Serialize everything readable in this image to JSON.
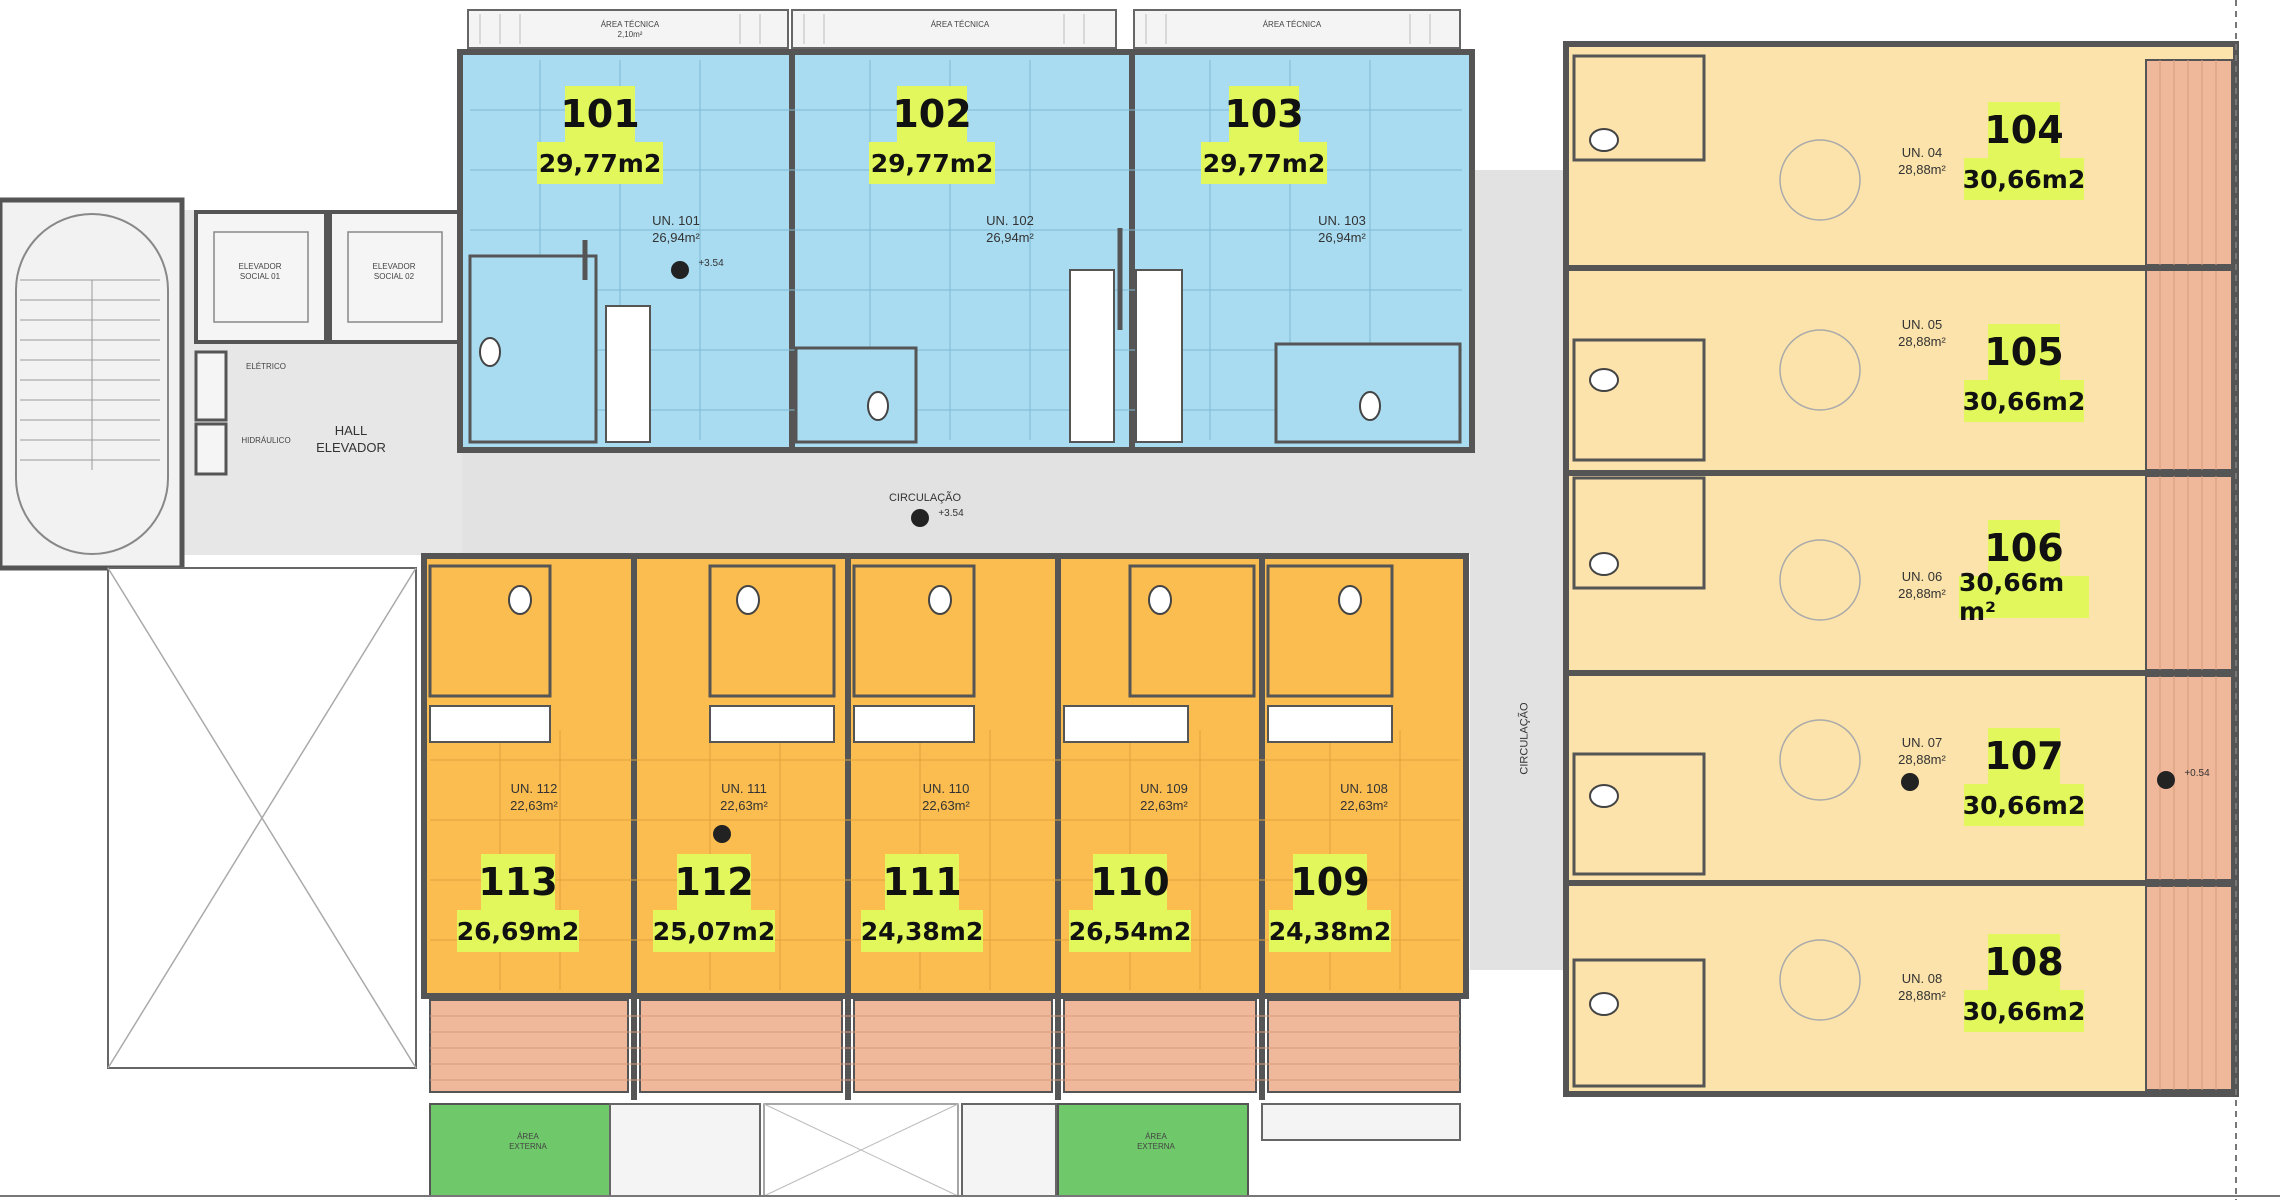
{
  "colors": {
    "blue_unit": "#a9dcf1",
    "yellow_unit_right": "#fbe3ab",
    "orange_unit_bottom": "#fbbd4f",
    "wood_deck": "#f0b89a",
    "garden": "#6fc86a",
    "corridor": "#e2e2e2",
    "label_bg": "#e1f75b",
    "wall": "#555555"
  },
  "units": [
    {
      "id": "u101",
      "number": "101",
      "area": "29,77m2",
      "plan_name": "UN. 101",
      "plan_area": "26,94m²"
    },
    {
      "id": "u102",
      "number": "102",
      "area": "29,77m2",
      "plan_name": "UN. 102",
      "plan_area": "26,94m²"
    },
    {
      "id": "u103",
      "number": "103",
      "area": "29,77m2",
      "plan_name": "UN. 103",
      "plan_area": "26,94m²"
    },
    {
      "id": "u104",
      "number": "104",
      "area": "30,66m2",
      "plan_name": "UN. 04",
      "plan_area": "28,88m²"
    },
    {
      "id": "u105",
      "number": "105",
      "area": "30,66m2",
      "plan_name": "UN. 05",
      "plan_area": "28,88m²"
    },
    {
      "id": "u106",
      "number": "106",
      "area": "30,66m m²",
      "plan_name": "UN. 06",
      "plan_area": "28,88m²"
    },
    {
      "id": "u107",
      "number": "107",
      "area": "30,66m2",
      "plan_name": "UN. 07",
      "plan_area": "28,88m²"
    },
    {
      "id": "u108",
      "number": "108",
      "area": "30,66m2",
      "plan_name": "UN. 08",
      "plan_area": "28,88m²"
    },
    {
      "id": "u109",
      "number": "109",
      "area": "24,38m2",
      "plan_name": "UN. 108",
      "plan_area": "22,63m²"
    },
    {
      "id": "u110",
      "number": "110",
      "area": "26,54m2",
      "plan_name": "UN. 109",
      "plan_area": "22,63m²"
    },
    {
      "id": "u111",
      "number": "111",
      "area": "24,38m2",
      "plan_name": "UN. 110",
      "plan_area": "22,63m²"
    },
    {
      "id": "u112",
      "number": "112",
      "area": "25,07m2",
      "plan_name": "UN. 111",
      "plan_area": "22,63m²"
    },
    {
      "id": "u113",
      "number": "113",
      "area": "26,69m2",
      "plan_name": "UN. 112",
      "plan_area": "22,63m²"
    }
  ],
  "labels": {
    "hall": "HALL\nELEVADOR",
    "circulacao_h": "CIRCULAÇÃO",
    "circulacao_v": "CIRCULAÇÃO",
    "level_mark": "+3.54",
    "level_mark_101": "+3.54",
    "level_mark_right": "+0.54",
    "elevator_1": "ELEVADOR\nSOCIAL 01",
    "elevator_2": "ELEVADOR\nSOCIAL 02",
    "shaft_1": "ELÉTRICO",
    "shaft_2": "HIDRÁULICO",
    "area_tecnica": "ÁREA TÉCNICA",
    "area_tecnica_value": "2,10m²",
    "area_externa": "ÁREA\nEXTERNA"
  }
}
